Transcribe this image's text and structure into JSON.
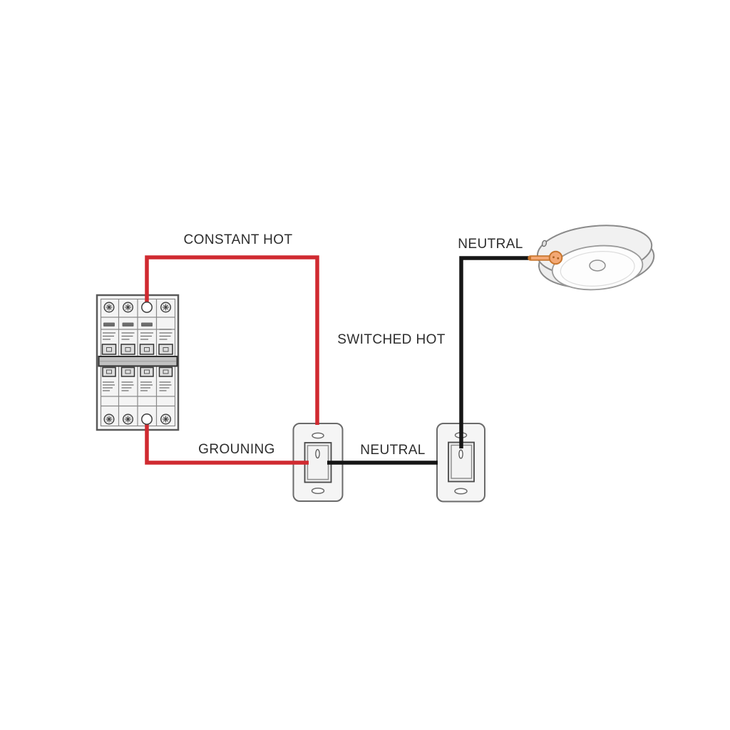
{
  "labels": {
    "constant_hot": "CONSTANT HOT",
    "neutral_top": "NEUTRAL",
    "switched_hot": "SWITCHED HOT",
    "grounding": "GROUNING",
    "neutral_middle": "NEUTRAL"
  },
  "colors": {
    "hot_wire": "#d02a30",
    "neutral_wire": "#161616",
    "terminal_orange": "#f3a874",
    "terminal_orange_stroke": "#c8762e",
    "label_text": "#2d2d2d",
    "background": "#ffffff"
  },
  "components": {
    "breaker_panel": "4-pole circuit breaker panel",
    "left_switch": "wall rocker switch",
    "right_switch": "wall rocker switch",
    "ceiling_light": "round ceiling light fixture"
  }
}
